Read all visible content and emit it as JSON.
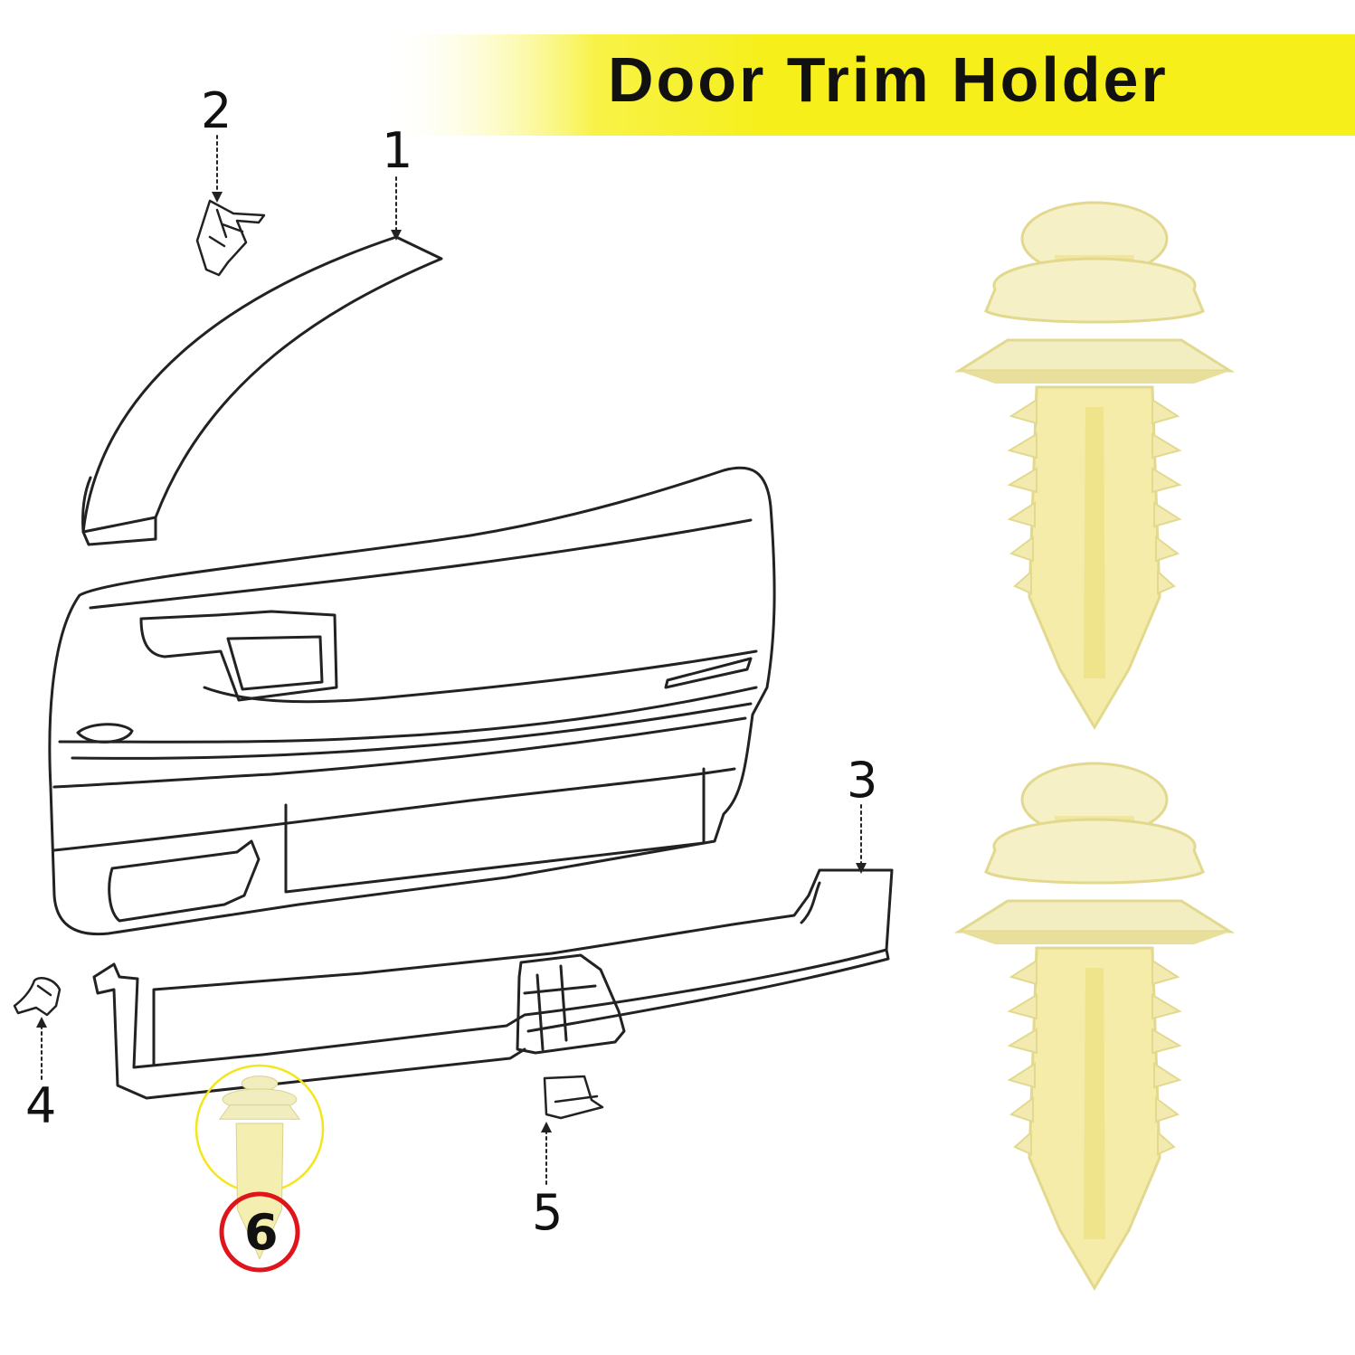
{
  "title": "Door Trim Holder",
  "colors": {
    "banner": "#f6ef1a",
    "clip_fill": "#f4efb0",
    "clip_shade": "#e6dc86",
    "highlight_ring": "#f3e61a",
    "callout_ring": "#e0151b",
    "line": "#222222"
  },
  "callouts": [
    {
      "number": "1",
      "part": "upper trim panel"
    },
    {
      "number": "2",
      "part": "retainer clip"
    },
    {
      "number": "3",
      "part": "lower trim molding"
    },
    {
      "number": "4",
      "part": "retainer clip"
    },
    {
      "number": "5",
      "part": "bracket"
    },
    {
      "number": "6",
      "part": "push-type trim clip"
    }
  ]
}
